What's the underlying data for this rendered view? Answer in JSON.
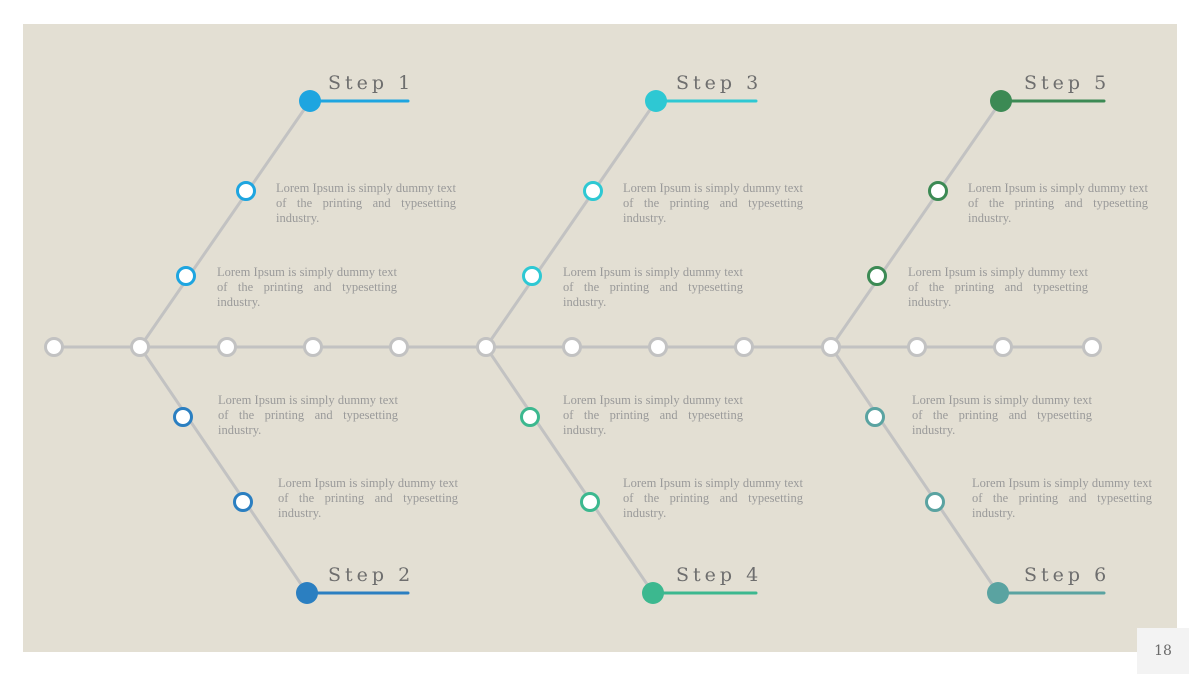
{
  "steps": [
    {
      "label": "Step 1",
      "color": "#1ea5e0"
    },
    {
      "label": "Step 2",
      "color": "#2b7fc1"
    },
    {
      "label": "Step 3",
      "color": "#2ec8d3"
    },
    {
      "label": "Step 4",
      "color": "#3cb88f"
    },
    {
      "label": "Step 5",
      "color": "#3c8a54"
    },
    {
      "label": "Step 6",
      "color": "#5aa3a1"
    }
  ],
  "descriptions": [
    "Lorem Ipsum is simply dummy text of the printing and typesetting industry.",
    "Lorem Ipsum is simply dummy text of the printing and typesetting industry.",
    "Lorem Ipsum is simply dummy text of the printing and typesetting industry.",
    "Lorem Ipsum is simply dummy text of the printing and typesetting industry.",
    "Lorem Ipsum is simply dummy text of the printing and typesetting industry.",
    "Lorem Ipsum is simply dummy text of the printing and typesetting industry.",
    "Lorem Ipsum is simply dummy text of the printing and typesetting industry.",
    "Lorem Ipsum is simply dummy text of the printing and typesetting industry.",
    "Lorem Ipsum is simply dummy text of the printing and typesetting industry.",
    "Lorem Ipsum is simply dummy text of the printing and typesetting industry.",
    "Lorem Ipsum is simply dummy text of the printing and typesetting industry.",
    "Lorem Ipsum is simply dummy text of the printing and typesetting industry."
  ],
  "page_number": "18",
  "colors": {
    "background": "#e3dfd3",
    "line": "#c2c2c2",
    "node_fill": "#ffffff"
  }
}
